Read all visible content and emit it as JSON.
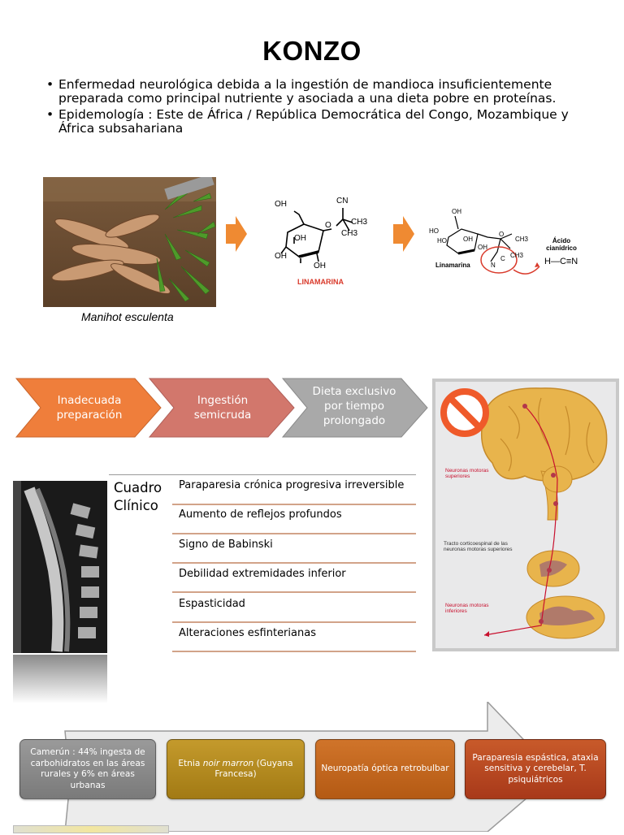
{
  "title": "KONZO",
  "bullets": [
    "Enfermedad neurológica debida a la ingestión de mandioca insuficientemente preparada como principal nutriente y asociada a una dieta pobre en proteínas.",
    "Epidemología : Este de África / República Democrática del Congo, Mozambique y África subsahariana"
  ],
  "plant_caption": "Manihot esculenta",
  "chemistry": {
    "molecule_name": "LINAMARINA",
    "molecule_name_small": "Linamarina",
    "acid_label": "Ácido cianídrico",
    "hcn": "H—C≡N",
    "groups": {
      "oh": "OH",
      "cn": "CN",
      "ch3": "CH3",
      "ho": "HO",
      "o": "O",
      "n": "N",
      "c": "C"
    }
  },
  "process_steps": [
    {
      "label": "Inadecuada preparación",
      "color": "#ef7e3b"
    },
    {
      "label": "Ingestión semicruda",
      "color": "#d2776c"
    },
    {
      "label": "Dieta exclusivo por tiempo prolongado",
      "color": "#a9a9a9"
    }
  ],
  "clinical_title": "Cuadro Clínico",
  "symptoms": [
    "Paraparesia crónica progresiva irreversible",
    "Aumento de reflejos profundos",
    "Signo de Babinski",
    "Debilidad extremidades inferior",
    "Espasticidad",
    "Alteraciones esfinterianas"
  ],
  "brain_labels": {
    "upper": "Neuronas motoras superiores",
    "tract": "Tracto corticoespinal de las neuronas motoras superiores",
    "lower": "Neuronas motoras inferiores"
  },
  "timeline": [
    {
      "text": "Camerún : 44% ingesta de carbohidratos en las áreas rurales y 6% en áreas urbanas",
      "color": "#8c8c8c"
    },
    {
      "text_before": "Etnia ",
      "text_italic": "noir marron",
      "text_after": " (Guyana Francesa)",
      "color": "#b38a1e"
    },
    {
      "text": "Neuropatía óptica retrobulbar",
      "color": "#c2661c"
    },
    {
      "text": "Paraparesia espástica, ataxia sensitiva y cerebelar, T. psiquiátricos",
      "color": "#b8471c"
    }
  ],
  "colors": {
    "arrow": "#ef8a32",
    "symptom_rule": "#d2a389",
    "accent_red": "#d93a2b"
  }
}
